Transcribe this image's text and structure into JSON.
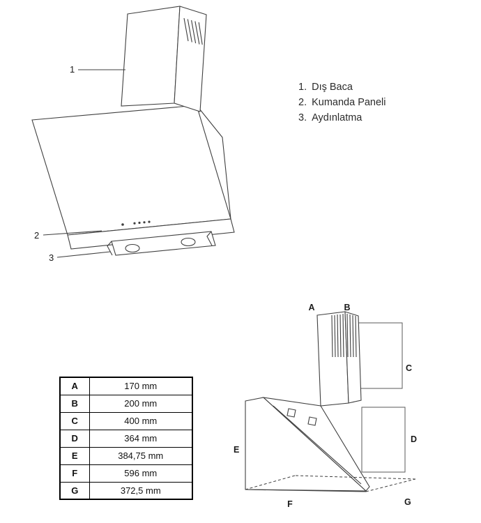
{
  "legend": {
    "items": [
      {
        "number": "1.",
        "label": "Dış Baca"
      },
      {
        "number": "2.",
        "label": "Kumanda Paneli"
      },
      {
        "number": "3.",
        "label": "Aydınlatma"
      }
    ]
  },
  "overview_drawing": {
    "callouts": [
      {
        "label": "1"
      },
      {
        "label": "2"
      },
      {
        "label": "3"
      }
    ]
  },
  "dimensions_table": {
    "rows": [
      {
        "key": "A",
        "value": "170 mm"
      },
      {
        "key": "B",
        "value": "200 mm"
      },
      {
        "key": "C",
        "value": "400 mm"
      },
      {
        "key": "D",
        "value": "364 mm"
      },
      {
        "key": "E",
        "value": "384,75 mm"
      },
      {
        "key": "F",
        "value": "596 mm"
      },
      {
        "key": "G",
        "value": "372,5 mm"
      }
    ]
  },
  "dimension_drawing": {
    "labels": [
      {
        "key": "A"
      },
      {
        "key": "B"
      },
      {
        "key": "C"
      },
      {
        "key": "D"
      },
      {
        "key": "E"
      },
      {
        "key": "F"
      },
      {
        "key": "G"
      }
    ]
  },
  "colors": {
    "line": "#3f3f3f",
    "text": "#1a1a1a",
    "table_border": "#000000"
  }
}
